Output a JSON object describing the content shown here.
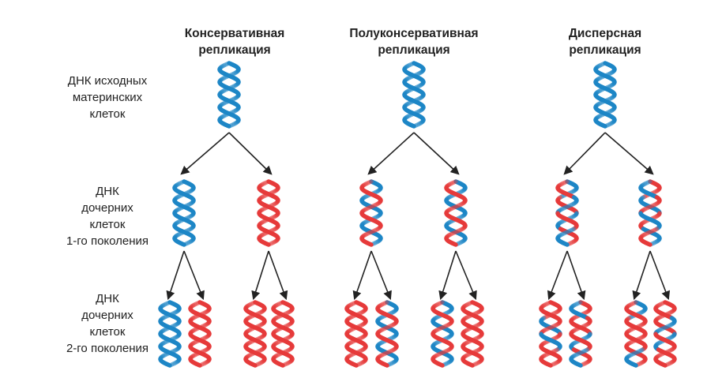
{
  "colors": {
    "blue": "#1d86c6",
    "red": "#e63a3a",
    "arrow": "#222222"
  },
  "headers": [
    {
      "line1": "Консервативная",
      "line2": "репликация"
    },
    {
      "line1": "Полуконсервативная",
      "line2": "репликация"
    },
    {
      "line1": "Дисперсная",
      "line2": "репликация"
    }
  ],
  "row_labels": [
    {
      "lines": [
        "ДНК исходных",
        "материнских",
        "клеток"
      ]
    },
    {
      "lines": [
        "ДНК",
        "дочерних",
        "клеток",
        "1-го поколения"
      ]
    },
    {
      "lines": [
        "ДНК",
        "дочерних",
        "клеток",
        "2-го поколения"
      ]
    }
  ],
  "schemes": [
    {
      "name": "conservative",
      "parent": [
        [
          "B"
        ],
        [
          "B"
        ]
      ],
      "gen1": [
        [
          [
            "B"
          ],
          [
            "B"
          ]
        ],
        [
          [
            "R"
          ],
          [
            "R"
          ]
        ]
      ],
      "gen2": [
        [
          [
            "B"
          ],
          [
            "B"
          ]
        ],
        [
          [
            "R"
          ],
          [
            "R"
          ]
        ],
        [
          [
            "R"
          ],
          [
            "R"
          ]
        ],
        [
          [
            "R"
          ],
          [
            "R"
          ]
        ]
      ]
    },
    {
      "name": "semiconservative",
      "parent": [
        [
          "B"
        ],
        [
          "B"
        ]
      ],
      "gen1": [
        [
          [
            "B"
          ],
          [
            "R"
          ]
        ],
        [
          [
            "B"
          ],
          [
            "R"
          ]
        ]
      ],
      "gen2": [
        [
          [
            "R"
          ],
          [
            "R"
          ]
        ],
        [
          [
            "B"
          ],
          [
            "R"
          ]
        ],
        [
          [
            "B"
          ],
          [
            "R"
          ]
        ],
        [
          [
            "R"
          ],
          [
            "R"
          ]
        ]
      ]
    },
    {
      "name": "dispersive",
      "parent": [
        [
          "B"
        ],
        [
          "B"
        ]
      ],
      "gen1": [
        [
          [
            "B",
            "R",
            "B",
            "R"
          ],
          [
            "R",
            "B",
            "R",
            "B"
          ]
        ],
        [
          [
            "R",
            "B",
            "R",
            "B"
          ],
          [
            "B",
            "R",
            "B",
            "R"
          ]
        ]
      ],
      "gen2": [
        [
          [
            "R",
            "B",
            "R",
            "R"
          ],
          [
            "R",
            "R",
            "B",
            "R"
          ]
        ],
        [
          [
            "R",
            "R",
            "B",
            "R"
          ],
          [
            "B",
            "R",
            "R",
            "B"
          ]
        ],
        [
          [
            "B",
            "R",
            "R",
            "R"
          ],
          [
            "R",
            "R",
            "R",
            "B"
          ]
        ],
        [
          [
            "R",
            "R",
            "B",
            "R"
          ],
          [
            "R",
            "B",
            "R",
            "R"
          ]
        ]
      ]
    }
  ]
}
